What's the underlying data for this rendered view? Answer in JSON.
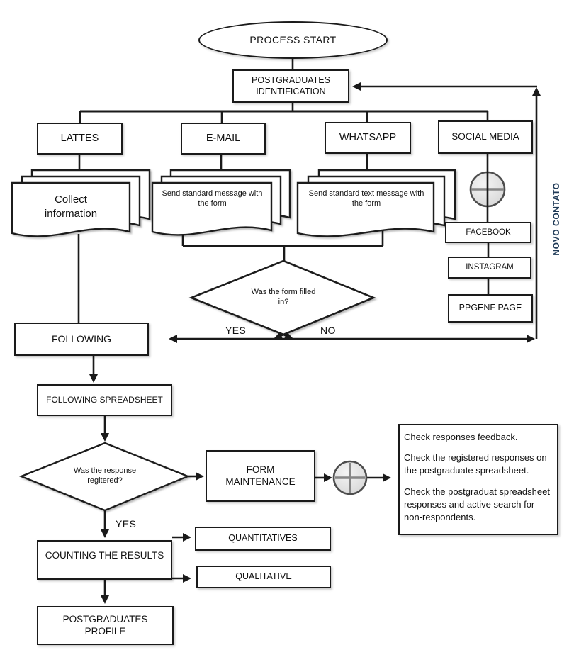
{
  "labels": {
    "process_start": "PROCESS START",
    "postgraduates_identification": "POSTGRADUATES IDENTIFICATION",
    "lattes": "LATTES",
    "email": "E-MAIL",
    "whatsapp": "WHATSAPP",
    "social_media": "SOCIAL MEDIA",
    "collect_information": "Collect information",
    "send_standard_message": "Send standard message with the form",
    "send_standard_text": "Send standard text message with the form",
    "facebook": "FACEBOOK",
    "instagram": "INSTAGRAM",
    "ppgenf_page": "PPGENF PAGE",
    "form_filled_question": "Was the form filled in?",
    "yes": "YES",
    "no": "NO",
    "following": "FOLLOWING",
    "following_spreadsheet": "FOLLOWING SPREADSHEET",
    "response_registered_question": "Was the response regitered?",
    "form_maintenance": "FORM MAINTENANCE",
    "yes_2": "YES",
    "counting_results": "COUNTING THE RESULTS",
    "quantitatives": "QUANTITATIVES",
    "qualitative": "QUALITATIVE",
    "postgraduates_profile": "POSTGRADUATES PROFILE",
    "novo_contato": "NOVO CONTATO"
  },
  "notes": {
    "p1": "Check responses feedback.",
    "p2": "Check the registered responses on the postgraduate spreadsheet.",
    "p3": "Check the postgraduat spreadsheet responses and active search for non-respondents."
  },
  "colors": {
    "line": "#1a1a1a",
    "connector_fill": "#e6e6e6",
    "connector_stroke": "#4d4d4d",
    "vertical_label_text": "#1f3a57"
  }
}
